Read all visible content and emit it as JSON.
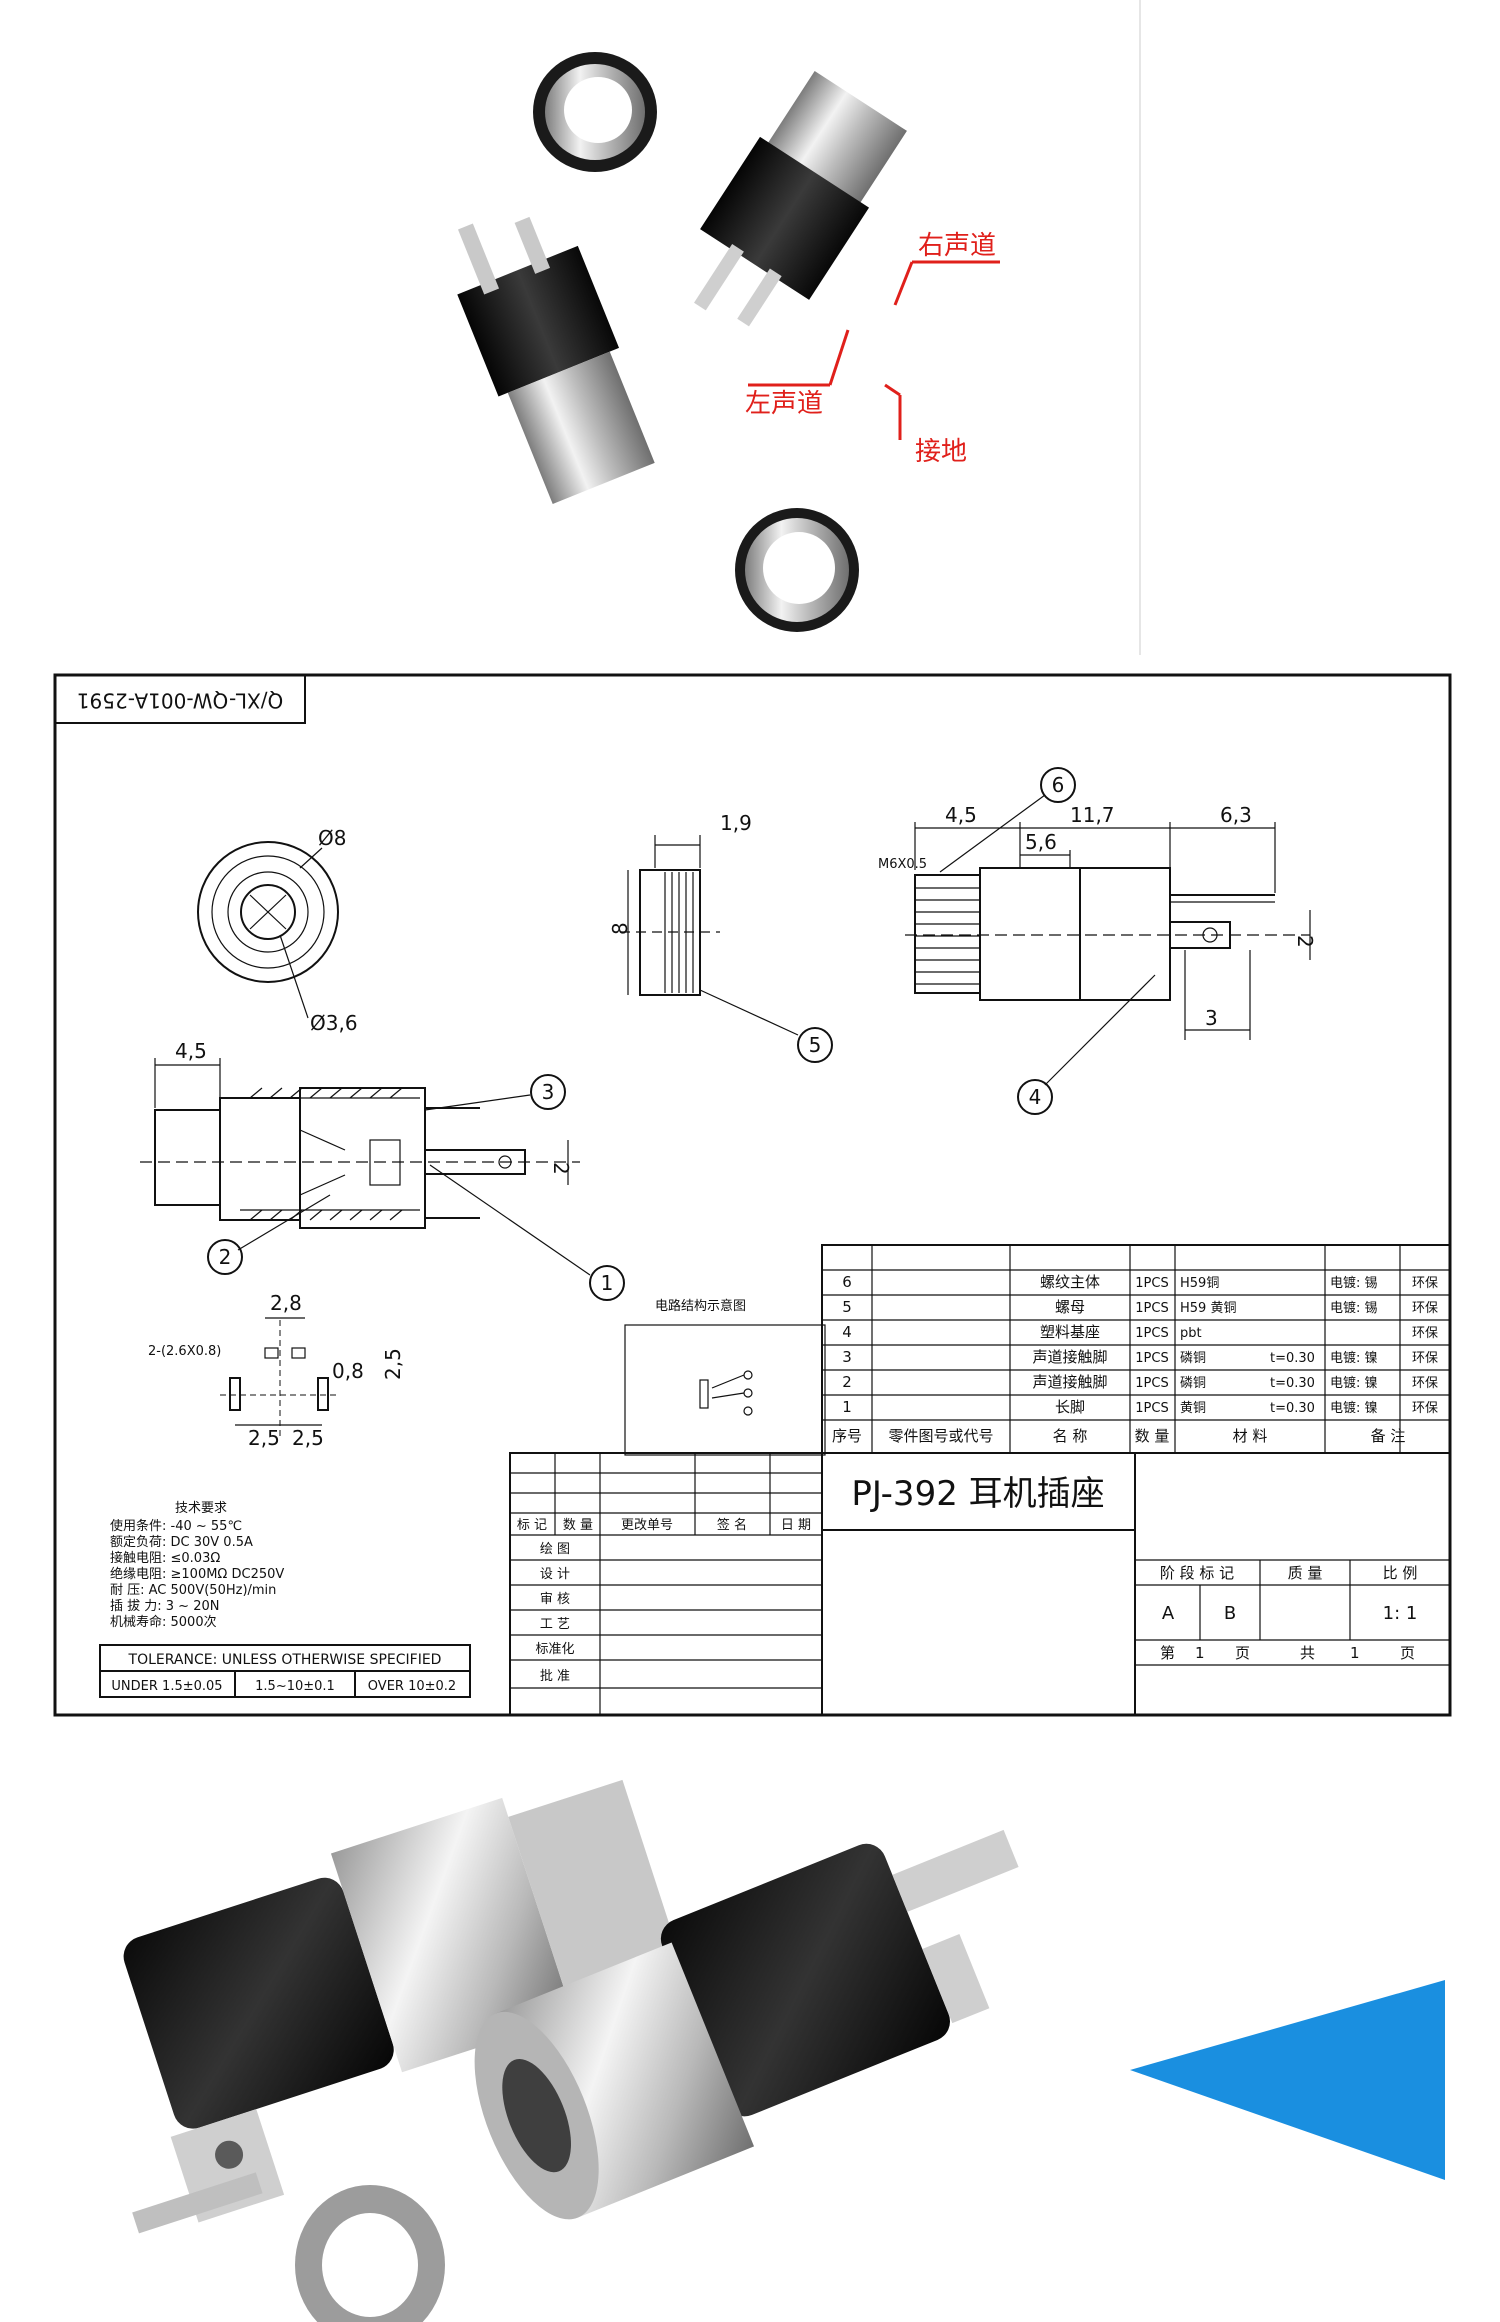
{
  "photo_labels": {
    "right_channel": "右声道",
    "left_channel": "左声道",
    "ground": "接地"
  },
  "drawing": {
    "drawing_code": "Q/XL-QW-001A-2591",
    "dims": {
      "d8": "Ø8",
      "d36": "Ø3,6",
      "w45": "4,5",
      "w19": "1,9",
      "h8": "8",
      "top45": "4,5",
      "top117": "11,7",
      "top63": "6,3",
      "top56": "5,6",
      "thread": "M6X0.5",
      "pin2": "2",
      "pin3": "3",
      "side45": "4,5",
      "side2": "2",
      "fp28": "2,8",
      "fp08": "0,8",
      "fp25v": "2,5",
      "fp25a": "2,5",
      "fp25b": "2,5",
      "fp_holes": "2-(2.6X0.8)"
    },
    "callouts": [
      "1",
      "2",
      "3",
      "4",
      "5",
      "6"
    ],
    "circuit_label": "电路结构示意图",
    "tech": {
      "title": "技术要求",
      "lines": [
        "使用条件: -40 ~ 55℃",
        "额定负荷: DC 30V 0.5A",
        "接触电阻: ≤0.03Ω",
        "绝缘电阻: ≥100MΩ DC250V",
        "耐    压: AC 500V(50Hz)/min",
        "插 拔 力: 3 ~ 20N",
        "机械寿命: 5000次"
      ]
    },
    "tolerance": {
      "header": "TOLERANCE: UNLESS OTHERWISE SPECIFIED",
      "cells": [
        "UNDER 1.5±0.05",
        "1.5~10±0.1",
        "OVER 10±0.2"
      ]
    },
    "bom": {
      "rows": [
        {
          "no": "6",
          "name": "螺纹主体",
          "qty": "1PCS",
          "mat": "H59铜",
          "th": "",
          "plate": "电镀: 锡",
          "note": "环保"
        },
        {
          "no": "5",
          "name": "螺母",
          "qty": "1PCS",
          "mat": "H59 黄铜",
          "th": "",
          "plate": "电镀: 锡",
          "note": "环保"
        },
        {
          "no": "4",
          "name": "塑料基座",
          "qty": "1PCS",
          "mat": "pbt",
          "th": "",
          "plate": "",
          "note": "环保"
        },
        {
          "no": "3",
          "name": "声道接触脚",
          "qty": "1PCS",
          "mat": "磷铜",
          "th": "t=0.30",
          "plate": "电镀: 镍",
          "note": "环保"
        },
        {
          "no": "2",
          "name": "声道接触脚",
          "qty": "1PCS",
          "mat": "磷铜",
          "th": "t=0.30",
          "plate": "电镀: 镍",
          "note": "环保"
        },
        {
          "no": "1",
          "name": "长脚",
          "qty": "1PCS",
          "mat": "黄铜",
          "th": "t=0.30",
          "plate": "电镀: 镍",
          "note": "环保"
        }
      ],
      "header": {
        "no": "序号",
        "part": "零件图号或代号",
        "name": "名  称",
        "qty": "数 量",
        "mat": "材     料",
        "note": "备     注"
      }
    },
    "title_block": {
      "product": "PJ-392 耳机插座",
      "rev_headers": [
        "标 记",
        "数 量",
        "更改单号",
        "签 名",
        "日 期"
      ],
      "roles": [
        "绘    图",
        "设    计",
        "审    核",
        "工    艺",
        "标准化",
        "批    准"
      ],
      "stage_headers": [
        "阶 段 标 记",
        "质 量",
        "比 例"
      ],
      "stage_a": "A",
      "stage_b": "B",
      "scale": "1: 1",
      "sheet": [
        "第",
        "1",
        "页",
        "共",
        "1",
        "页"
      ]
    }
  }
}
